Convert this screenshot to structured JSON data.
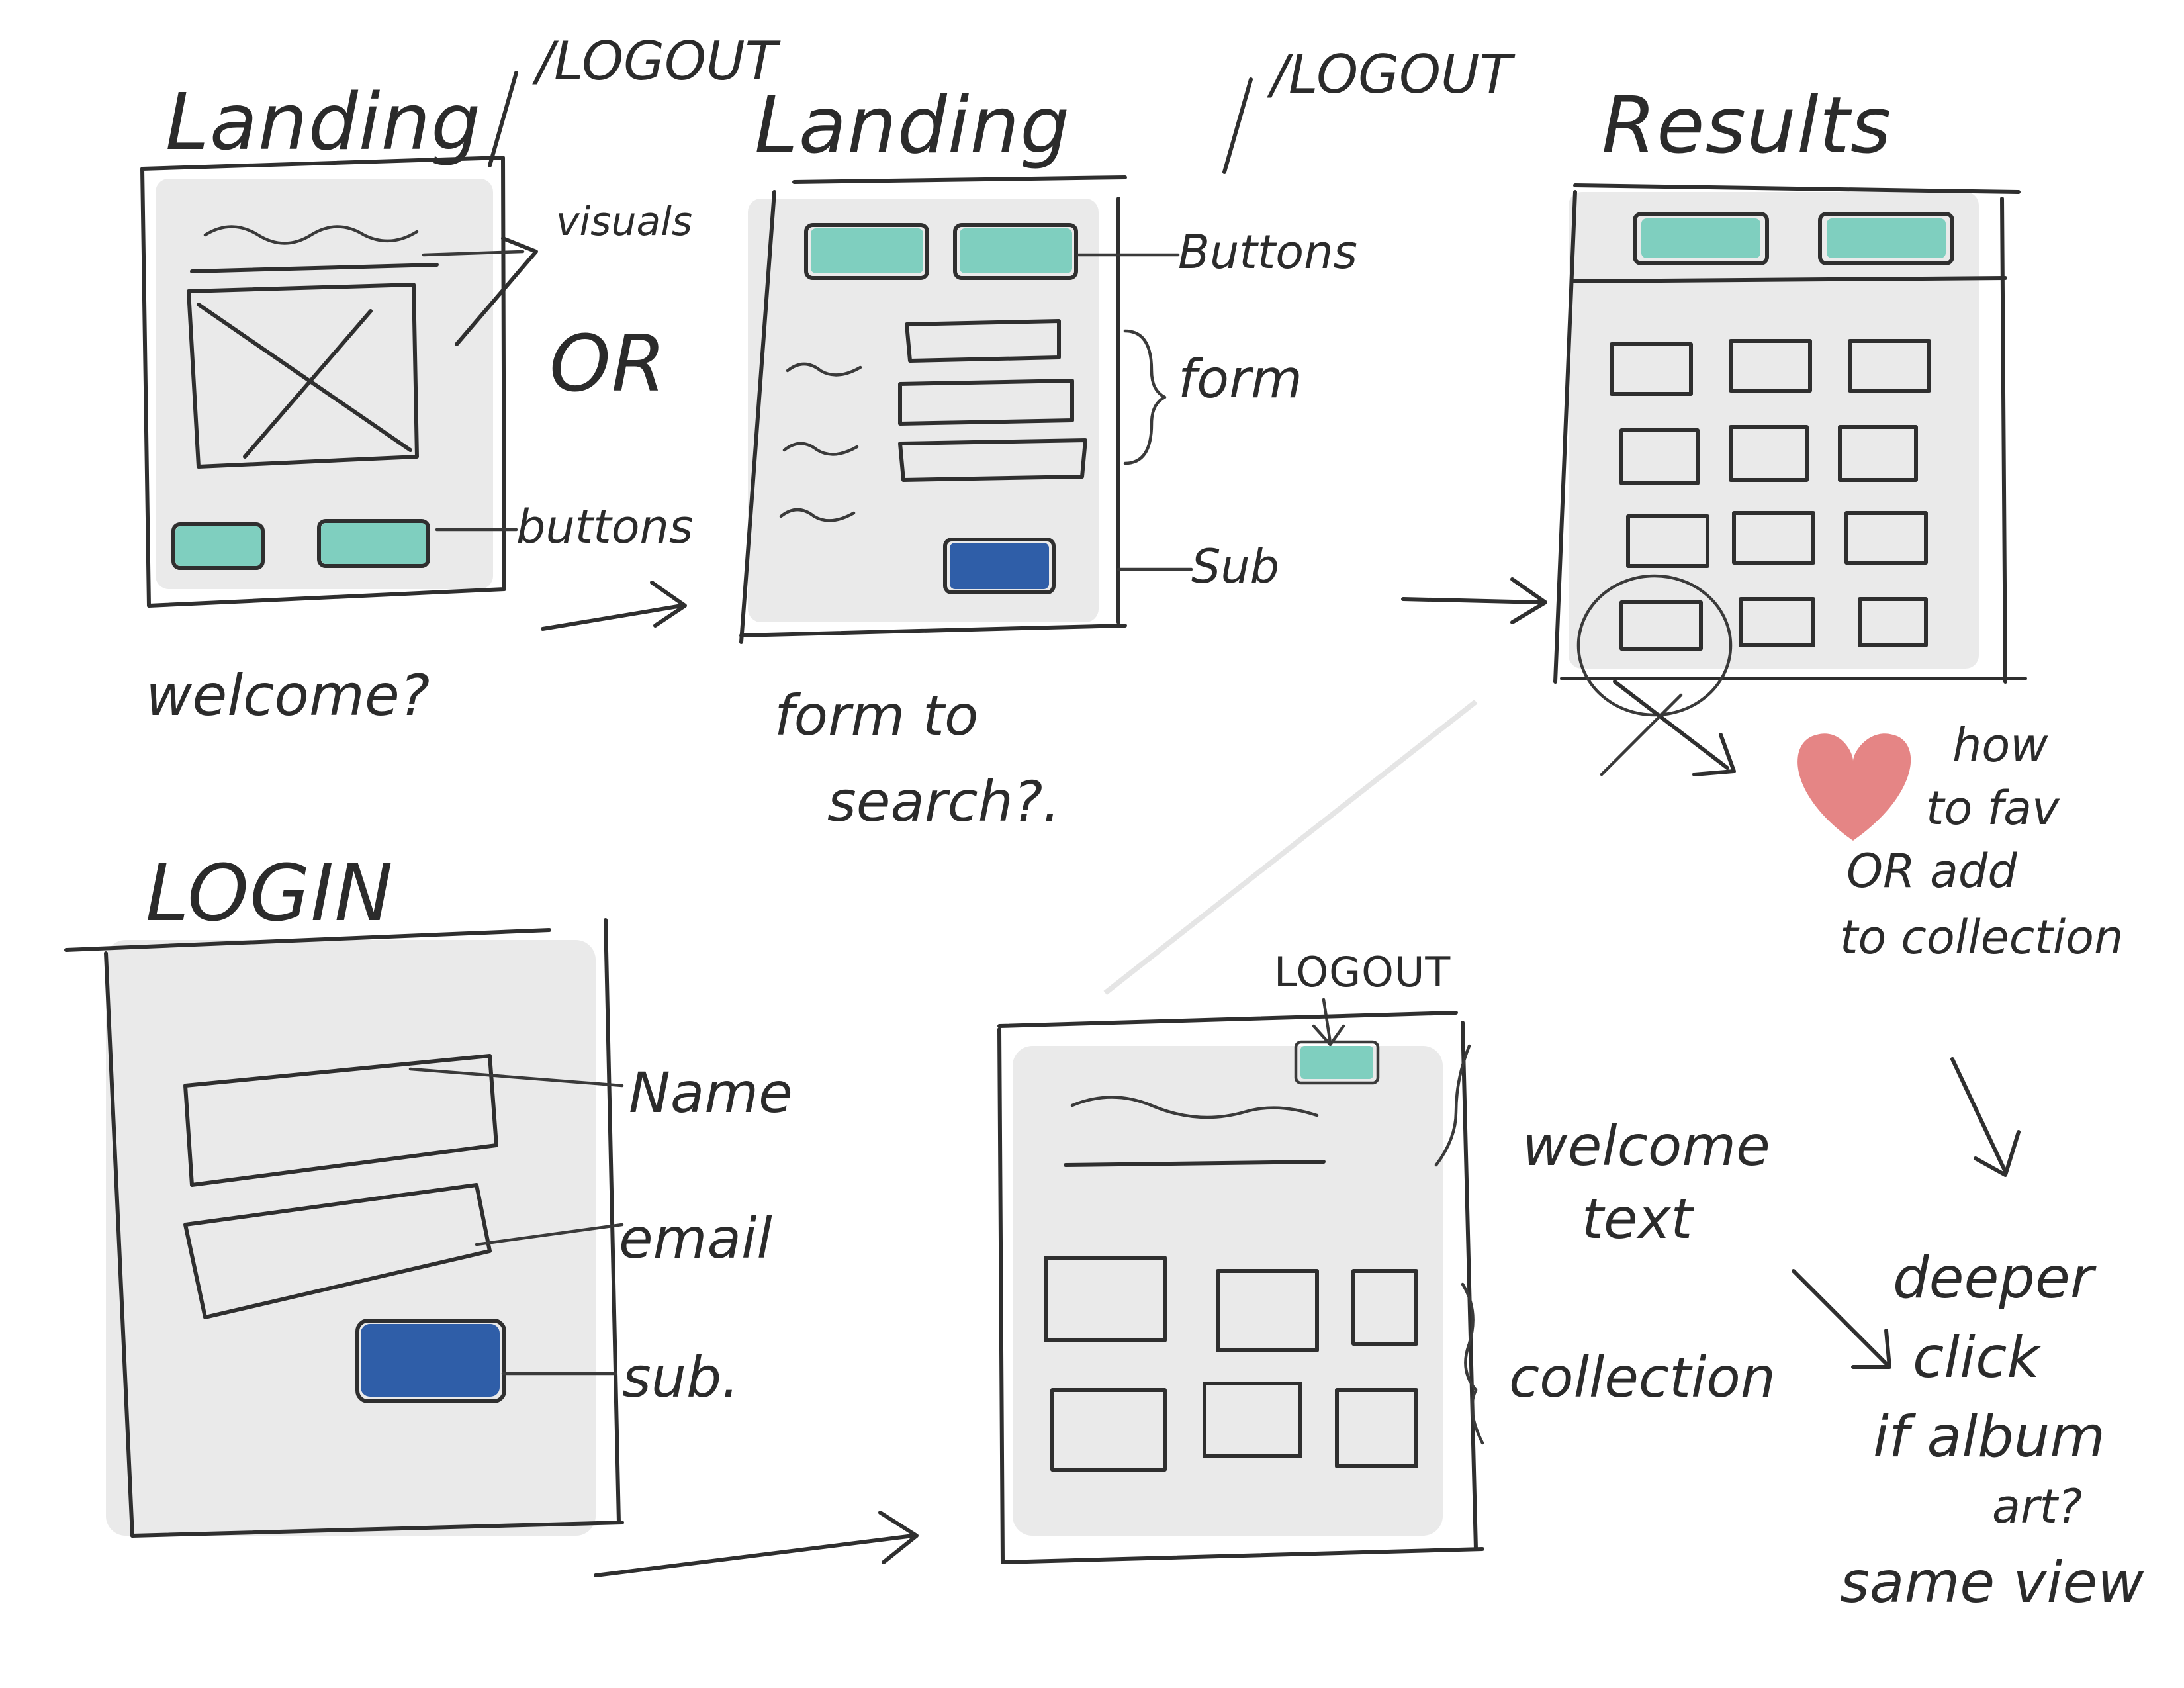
{
  "colors": {
    "ink": "#2f2f2f",
    "teal_button": "#7fcfbf",
    "submit_button": "#2f5ea8",
    "shading": "#d9d9d9",
    "heart": "#e07070"
  },
  "frames": {
    "landing_visual": {
      "title": "Landing",
      "title_suffix": "/LOGOUT",
      "labels": {
        "visuals": "visuals",
        "or": "OR",
        "buttons": "buttons"
      },
      "caption": "welcome?"
    },
    "landing_form": {
      "title": "Landing",
      "title_suffix": "/LOGOUT",
      "labels": {
        "buttons": "Buttons",
        "form": "form",
        "sub": "Sub"
      },
      "caption_line1": "form to",
      "caption_line2": "search?."
    },
    "results": {
      "title": "Results",
      "note_lines": [
        "how",
        "to fav",
        "OR add",
        "to collection"
      ],
      "deeper_lines": [
        "deeper",
        "click",
        "if album",
        "art?",
        "same view"
      ]
    },
    "login": {
      "title": "LOGIN",
      "labels": {
        "name": "Name",
        "email": "email",
        "sub": "sub."
      }
    },
    "collection": {
      "logout_label": "LOGOUT",
      "welcome_line1": "welcome",
      "welcome_line2": "text",
      "collection_label": "collection"
    }
  },
  "icons": [
    "heart-icon",
    "arrow-icon",
    "image-placeholder-icon"
  ]
}
